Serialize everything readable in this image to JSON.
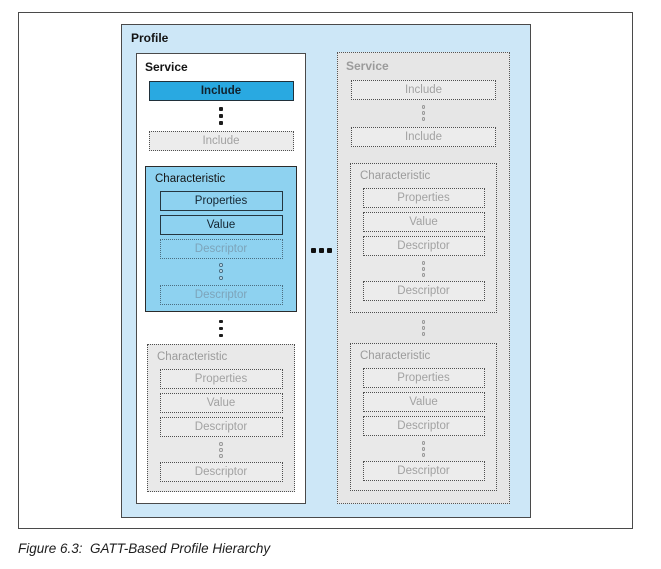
{
  "caption": "Figure 6.3:  GATT-Based Profile Hierarchy",
  "profile": {
    "label": "Profile"
  },
  "left_service": {
    "label": "Service",
    "include_primary": "Include",
    "include_additional": "Include",
    "characteristic_primary": {
      "label": "Characteristic",
      "properties": "Properties",
      "value": "Value",
      "descriptor_first": "Descriptor",
      "descriptor_last": "Descriptor"
    },
    "characteristic_additional": {
      "label": "Characteristic",
      "properties": "Properties",
      "value": "Value",
      "descriptor_first": "Descriptor",
      "descriptor_last": "Descriptor"
    }
  },
  "right_service": {
    "label": "Service",
    "include_first": "Include",
    "include_last": "Include",
    "characteristic_first": {
      "label": "Characteristic",
      "properties": "Properties",
      "value": "Value",
      "descriptor_first": "Descriptor",
      "descriptor_last": "Descriptor"
    },
    "characteristic_last": {
      "label": "Characteristic",
      "properties": "Properties",
      "value": "Value",
      "descriptor_first": "Descriptor",
      "descriptor_last": "Descriptor"
    }
  },
  "icons": {
    "vertical_ellipsis": "⋮",
    "small_vertical_ellipsis": "⁞",
    "horizontal_ellipsis": "•••"
  },
  "colors": {
    "profile_bg": "#cde7f7",
    "include_active_bg": "#29a9e1",
    "characteristic_active_bg": "#8ed2f0",
    "inactive_bg": "#e9e9e9",
    "inactive_text": "#9b9b9b",
    "border_dark": "#4a4a4a"
  }
}
